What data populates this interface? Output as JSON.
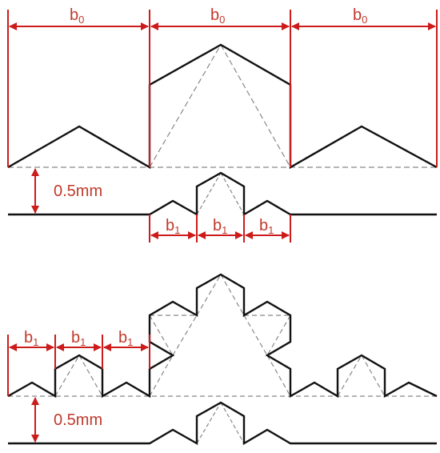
{
  "labels": {
    "b0": {
      "base": "b",
      "sub": "0"
    },
    "b1": {
      "base": "b",
      "sub": "1"
    },
    "gap": "0.5mm"
  },
  "colors": {
    "profile": "#111111",
    "construction": "#888888",
    "dimension": "#cc1b1b",
    "background": "#ffffff"
  }
}
